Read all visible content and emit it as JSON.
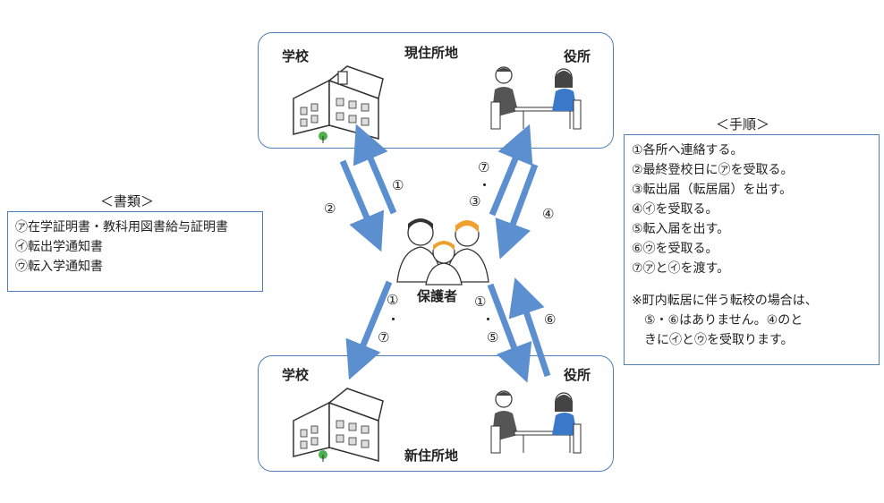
{
  "current_address": {
    "title": "現住所地",
    "school_label": "学校",
    "office_label": "役所"
  },
  "new_address": {
    "title": "新住所地",
    "school_label": "学校",
    "office_label": "役所"
  },
  "guardian_label": "保護者",
  "arrow_labels": {
    "a1": "①",
    "a2": "②",
    "a3_top": "⑦",
    "a3_dot": "・",
    "a3_bottom": "③",
    "a4": "④",
    "a5_top": "①",
    "a5_dot": "・",
    "a5_bottom": "⑦",
    "a6_top": "①",
    "a6_dot": "・",
    "a6_bottom": "⑤",
    "a7": "⑥"
  },
  "documents": {
    "title": "＜書類＞",
    "items": [
      "㋐在学証明書・教科用図書給与証明書",
      "㋑転出学通知書",
      "㋒転入学通知書"
    ]
  },
  "procedure": {
    "title": "＜手順＞",
    "steps": [
      "①各所へ連絡する。",
      "②最終登校日に㋐を受取る。",
      "③転出届（転居届）を出す。",
      "④㋑を受取る。",
      "⑤転入届を出す。",
      "⑥㋒を受取る。",
      "⑦㋐と㋑を渡す。"
    ],
    "note_lines": [
      "※町内転居に伴う転校の場合は、",
      "　⑤・⑥はありません。④のと",
      "　きに㋑と㋒を受取ります。"
    ]
  },
  "colors": {
    "arrow": "#5b8fd0",
    "border": "#4f7fb8",
    "suit": "#555555",
    "officer": "#3a78c9",
    "child_hair": "#f0a030"
  }
}
